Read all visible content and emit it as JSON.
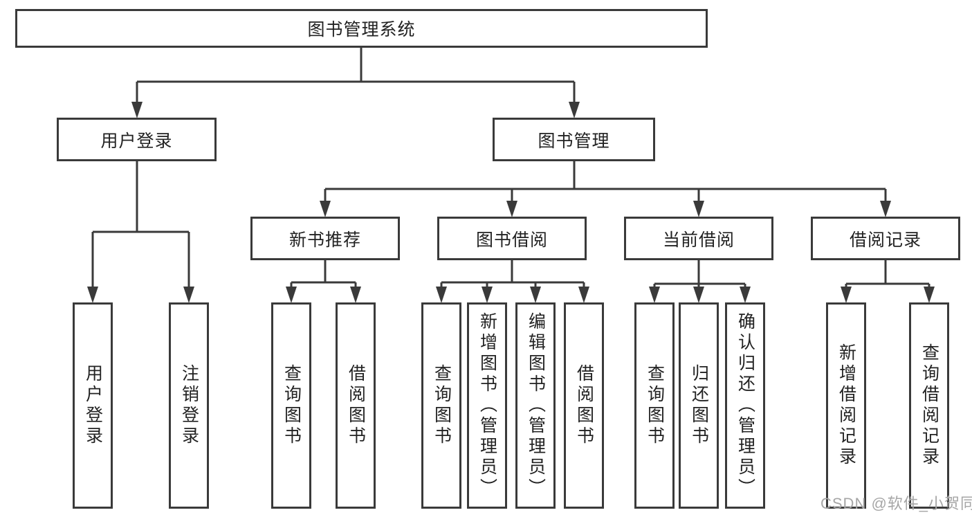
{
  "colors": {
    "line": "#3a3a3a",
    "box_border": "#3a3a3a",
    "box_background": "#ffffff",
    "text": "#222222",
    "watermark": "#a6a6a6"
  },
  "watermark": {
    "text": "CSDN @软件_小贺同学"
  },
  "chart_data": {
    "type": "tree-diagram",
    "title": "图书管理系统"
  },
  "diagram": {
    "root": {
      "label": "图书管理系统"
    },
    "level2": [
      {
        "label": "用户登录",
        "parent": "图书管理系统"
      },
      {
        "label": "图书管理",
        "parent": "图书管理系统"
      }
    ],
    "level3": [
      {
        "label": "新书推荐",
        "parent": "图书管理"
      },
      {
        "label": "图书借阅",
        "parent": "图书管理"
      },
      {
        "label": "当前借阅",
        "parent": "图书管理"
      },
      {
        "label": "借阅记录",
        "parent": "图书管理"
      }
    ],
    "leaves": [
      {
        "label": "用户登录",
        "parent": "用户登录"
      },
      {
        "label": "注销登录",
        "parent": "用户登录"
      },
      {
        "label": "查询图书",
        "parent": "新书推荐"
      },
      {
        "label": "借阅图书",
        "parent": "新书推荐"
      },
      {
        "label": "查询图书",
        "parent": "图书借阅"
      },
      {
        "label": "新增图书（管理员）",
        "parent": "图书借阅"
      },
      {
        "label": "编辑图书（管理员）",
        "parent": "图书借阅"
      },
      {
        "label": "借阅图书",
        "parent": "图书借阅"
      },
      {
        "label": "查询图书",
        "parent": "当前借阅"
      },
      {
        "label": "归还图书",
        "parent": "当前借阅"
      },
      {
        "label": "确认归还（管理员）",
        "parent": "当前借阅"
      },
      {
        "label": "新增借阅记录",
        "parent": "借阅记录"
      },
      {
        "label": "查询借阅记录",
        "parent": "借阅记录"
      }
    ]
  }
}
